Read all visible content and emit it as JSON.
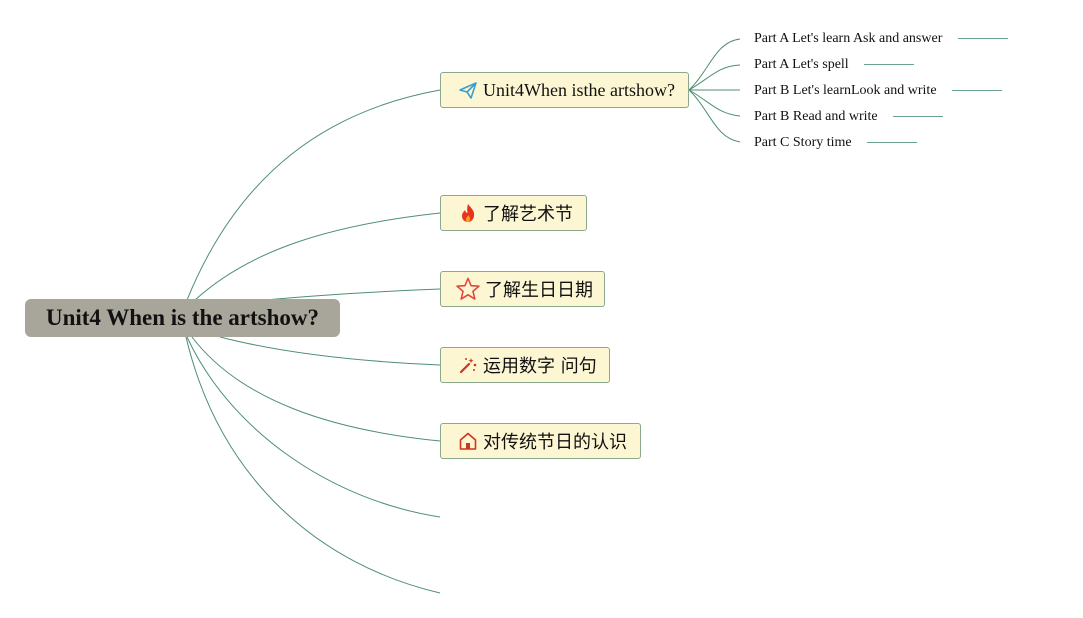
{
  "root": {
    "label": "Unit4 When is the artshow?"
  },
  "topics": [
    {
      "label": "Unit4When isthe artshow?",
      "icon": "paper-plane-icon"
    },
    {
      "label": "了解艺术节",
      "icon": "fire-icon"
    },
    {
      "label": "了解生日日期",
      "icon": "star-icon"
    },
    {
      "label": "运用数字 问句",
      "icon": "magic-wand-icon"
    },
    {
      "label": "对传统节日的认识",
      "icon": "house-icon"
    }
  ],
  "subtopics": [
    {
      "label": "Part A Let's learn Ask and answer"
    },
    {
      "label": "Part A Let's spell"
    },
    {
      "label": "Part B Let's learnLook and write"
    },
    {
      "label": "Part B Read and write"
    },
    {
      "label": "Part C Story time"
    }
  ],
  "colors": {
    "connector": "#4f8f72",
    "root_bg": "#a8a69a",
    "topic_bg": "#fdf6d3",
    "topic_border": "#8aa88c"
  }
}
